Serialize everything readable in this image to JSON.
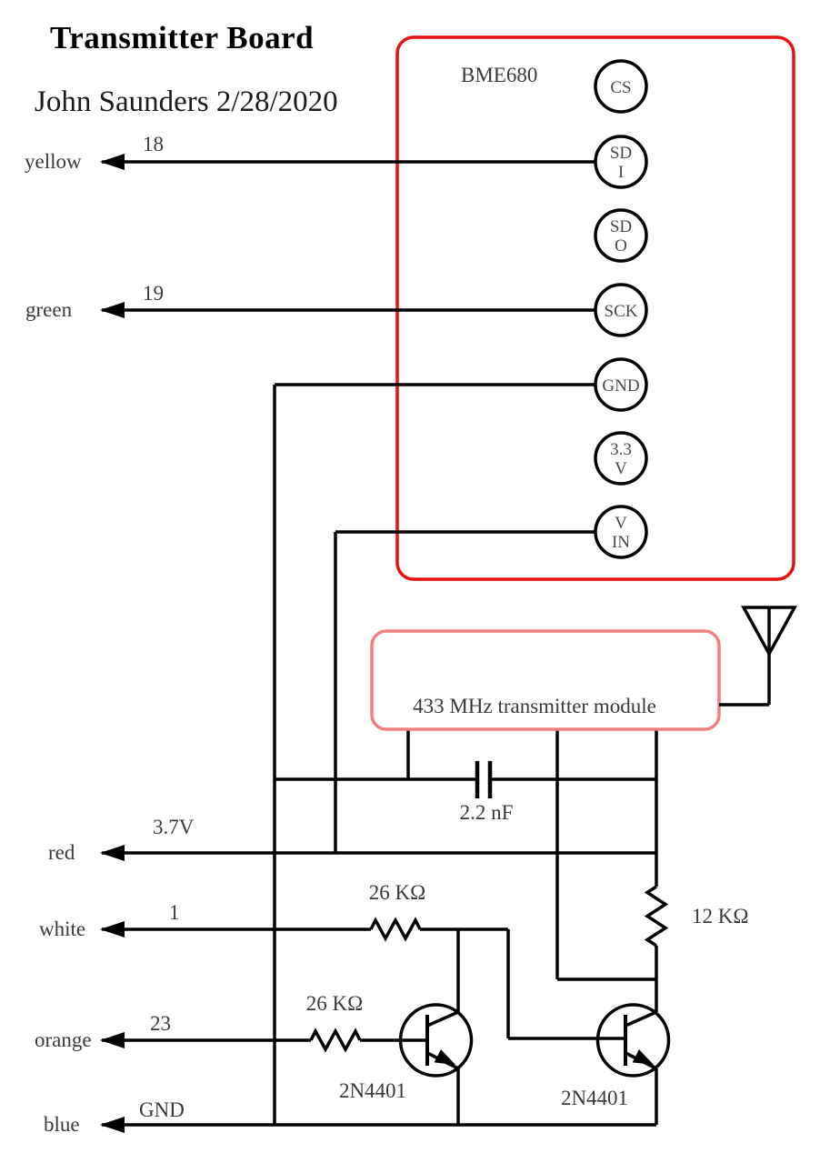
{
  "header": {
    "title": "Transmitter Board",
    "subtitle": "John Saunders 2/28/2020"
  },
  "colors": {
    "bme_outline": "#e81111",
    "module_outline": "#f08080",
    "wire": "#000000"
  },
  "bme680": {
    "label": "BME680",
    "pins": [
      {
        "name": "CS",
        "line1": "CS",
        "line2": ""
      },
      {
        "name": "SDI",
        "line1": "SD",
        "line2": "I"
      },
      {
        "name": "SDO",
        "line1": "SD",
        "line2": "O"
      },
      {
        "name": "SCK",
        "line1": "SCK",
        "line2": ""
      },
      {
        "name": "GND",
        "line1": "GND",
        "line2": ""
      },
      {
        "name": "3.3V",
        "line1": "3.3",
        "line2": "V"
      },
      {
        "name": "VIN",
        "line1": "V",
        "line2": "IN"
      }
    ]
  },
  "transmitter": {
    "label": "433 MHz transmitter module"
  },
  "wires": {
    "yellow": {
      "label": "yellow",
      "tag": "18"
    },
    "green": {
      "label": "green",
      "tag": "19"
    },
    "red": {
      "label": "red",
      "tag": "3.7V"
    },
    "white": {
      "label": "white",
      "tag": "1"
    },
    "orange": {
      "label": "orange",
      "tag": "23"
    },
    "blue": {
      "label": "blue",
      "tag": "GND"
    }
  },
  "components": {
    "capacitor": {
      "value": "2.2 nF"
    },
    "resistor_top": {
      "value": "26 KΩ"
    },
    "resistor_bottom": {
      "value": "26 KΩ"
    },
    "resistor_right": {
      "value": "12 KΩ"
    },
    "transistor_left": {
      "value": "2N4401"
    },
    "transistor_right": {
      "value": "2N4401"
    }
  }
}
